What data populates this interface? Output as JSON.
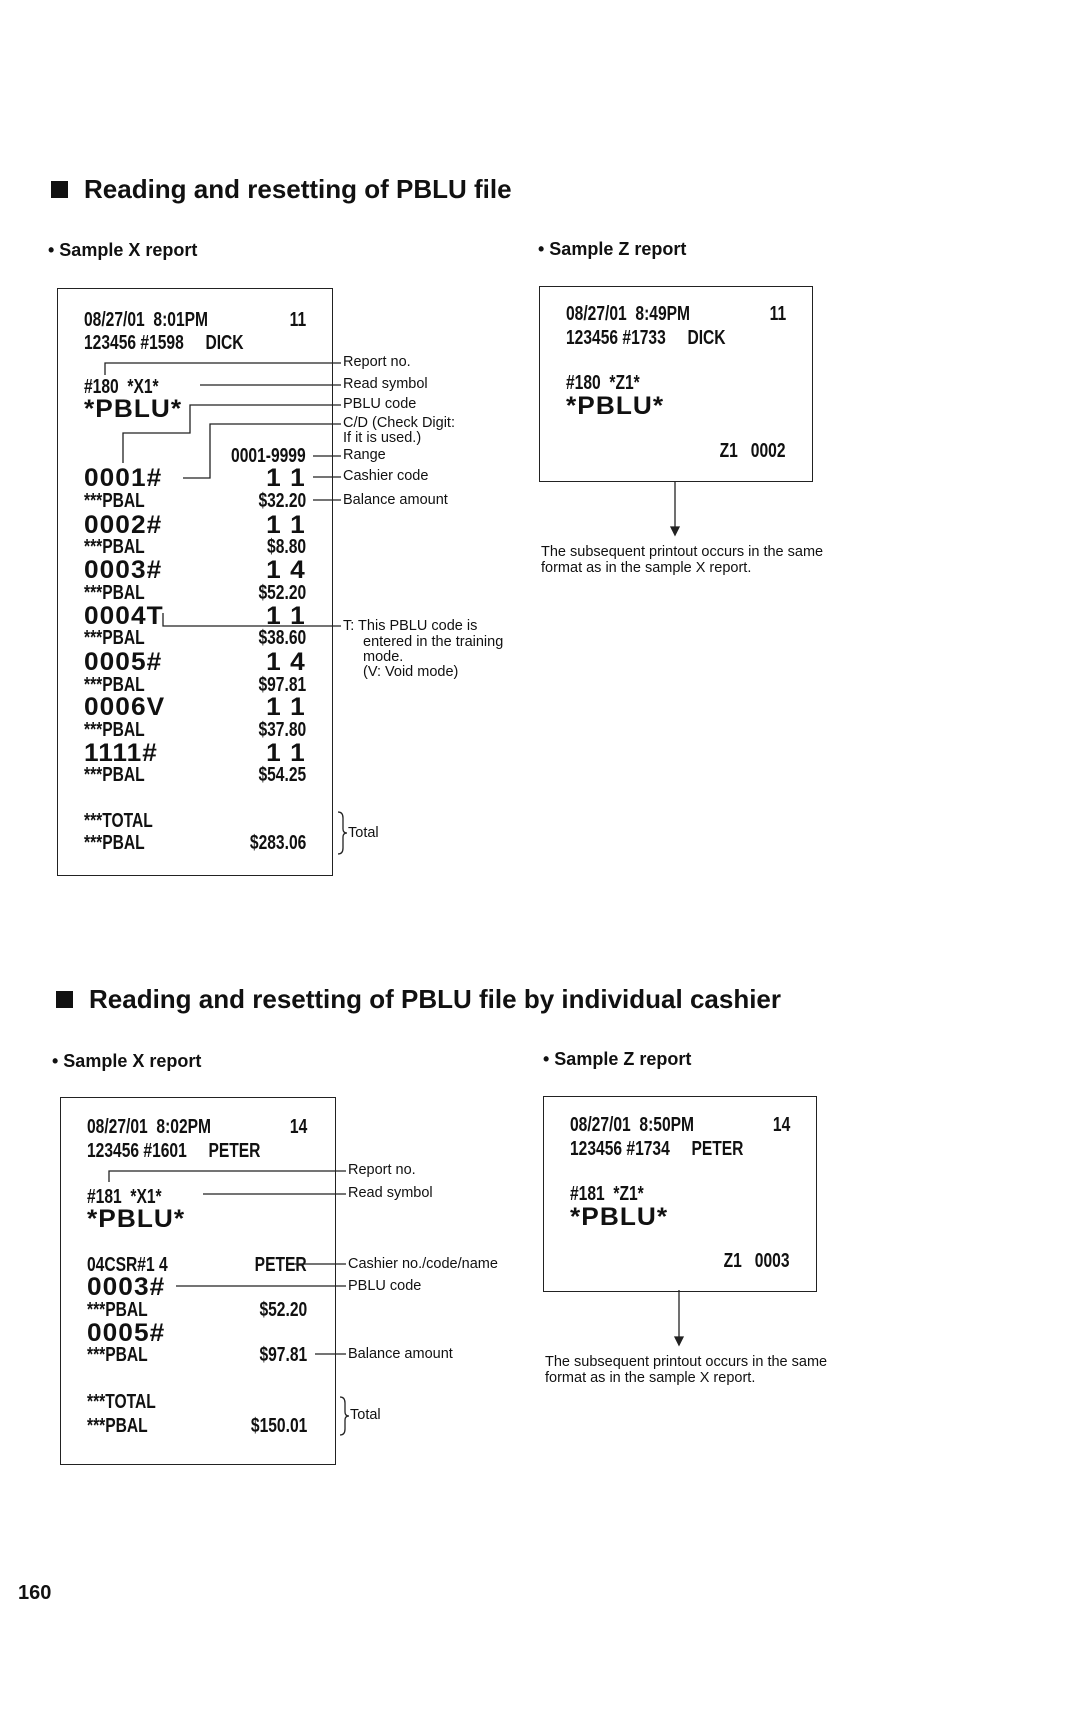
{
  "section1": {
    "title": "Reading and resetting of PBLU file",
    "x_label": "• Sample X report",
    "z_label": "• Sample Z report",
    "x_receipt": [
      {
        "left": "08/27/01  8:01PM",
        "right": "11"
      },
      {
        "left": "123456 #1598     DICK",
        "right": ""
      },
      {
        "left": "#180  *X1*",
        "right": ""
      },
      {
        "left": "*PBLU*",
        "right": ""
      },
      {
        "left": "",
        "right": "0001-9999"
      },
      {
        "left": "0001#",
        "right": "1 1"
      },
      {
        "left": "***PBAL",
        "right": "$32.20"
      },
      {
        "left": "0002#",
        "right": "1 1"
      },
      {
        "left": "***PBAL",
        "right": "$8.80"
      },
      {
        "left": "0003#",
        "right": "1 4"
      },
      {
        "left": "***PBAL",
        "right": "$52.20"
      },
      {
        "left": "0004T",
        "right": "1 1"
      },
      {
        "left": "***PBAL",
        "right": "$38.60"
      },
      {
        "left": "0005#",
        "right": "1 4"
      },
      {
        "left": "***PBAL",
        "right": "$97.81"
      },
      {
        "left": "0006V",
        "right": "1 1"
      },
      {
        "left": "***PBAL",
        "right": "$37.80"
      },
      {
        "left": "1111#",
        "right": "1 1"
      },
      {
        "left": "***PBAL",
        "right": "$54.25"
      },
      {
        "left": "***TOTAL",
        "right": ""
      },
      {
        "left": "***PBAL",
        "right": "$283.06"
      }
    ],
    "annotations": {
      "report_no": "Report no.",
      "read_symbol": "Read symbol",
      "pblu_code": "PBLU code",
      "cd_1": "C/D (Check Digit:",
      "cd_2": "If it is used.)",
      "range": "Range",
      "cashier_code": "Cashier code",
      "balance": "Balance amount",
      "t_1": "T: This PBLU code is",
      "t_2": "entered in the training",
      "t_3": "mode.",
      "t_4": "(V: Void mode)",
      "total": "Total"
    },
    "z_receipt": [
      {
        "left": "08/27/01  8:49PM",
        "right": "11"
      },
      {
        "left": "123456 #1733     DICK",
        "right": ""
      },
      {
        "left": "#180  *Z1*",
        "right": ""
      },
      {
        "left": "*PBLU*",
        "right": ""
      },
      {
        "left": "",
        "right": "Z1   0002"
      }
    ],
    "z_note_1": "The subsequent printout occurs in the same",
    "z_note_2": "format as in the sample X report."
  },
  "section2": {
    "title": "Reading and resetting of PBLU file by individual cashier",
    "x_label": "• Sample X report",
    "z_label": "• Sample Z report",
    "x_receipt": [
      {
        "left": "08/27/01  8:02PM",
        "right": "14"
      },
      {
        "left": "123456 #1601     PETER",
        "right": ""
      },
      {
        "left": "#181  *X1*",
        "right": ""
      },
      {
        "left": "*PBLU*",
        "right": ""
      },
      {
        "left": "04CSR#1 4",
        "right": "PETER"
      },
      {
        "left": "0003#",
        "right": ""
      },
      {
        "left": "***PBAL",
        "right": "$52.20"
      },
      {
        "left": "0005#",
        "right": ""
      },
      {
        "left": "***PBAL",
        "right": "$97.81"
      },
      {
        "left": "***TOTAL",
        "right": ""
      },
      {
        "left": "***PBAL",
        "right": "$150.01"
      }
    ],
    "annotations": {
      "report_no": "Report no.",
      "read_symbol": "Read symbol",
      "cashier": "Cashier no./code/name",
      "pblu_code": "PBLU code",
      "balance": "Balance amount",
      "total": "Total"
    },
    "z_receipt": [
      {
        "left": "08/27/01  8:50PM",
        "right": "14"
      },
      {
        "left": "123456 #1734     PETER",
        "right": ""
      },
      {
        "left": "#181  *Z1*",
        "right": ""
      },
      {
        "left": "*PBLU*",
        "right": ""
      },
      {
        "left": "",
        "right": "Z1   0003"
      }
    ],
    "z_note_1": "The subsequent printout occurs in the same",
    "z_note_2": "format as in the sample X report."
  },
  "page_number": "160"
}
